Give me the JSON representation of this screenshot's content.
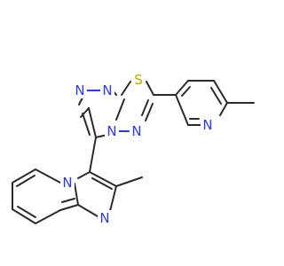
{
  "molecule": {
    "atoms": {
      "s1": "S",
      "n_triazole_top1": "N",
      "n_triazole_top2": "N",
      "n_fused": "N",
      "n_thiadiazole": "N",
      "n_pyridine": "N",
      "n_imidazo_bridge": "N",
      "n_imidazole": "N"
    }
  },
  "colors": {
    "carbon_bond": "#2b2b2b",
    "nitrogen": "#2f3bd6",
    "sulfur": "#b8a800",
    "background": "#ffffff"
  }
}
